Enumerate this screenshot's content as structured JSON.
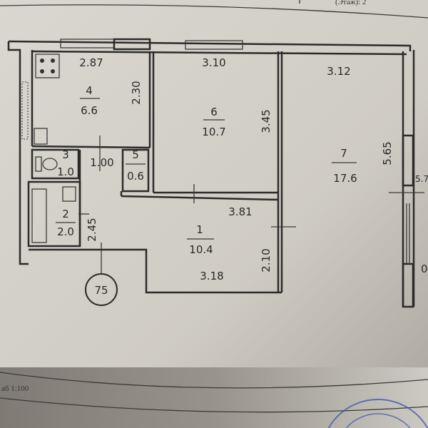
{
  "header": {
    "floor_label": "(Этаж): 2"
  },
  "footer": {
    "scale_label": "аб 1:100"
  },
  "plan": {
    "rooms": [
      {
        "number": "4",
        "area": "6.6"
      },
      {
        "number": "6",
        "area": "10.7"
      },
      {
        "number": "7",
        "area": "17.6"
      },
      {
        "number": "3",
        "area": "1.0"
      },
      {
        "number": "5",
        "area": "0.6"
      },
      {
        "number": "2",
        "area": "2.0"
      },
      {
        "number": "1",
        "area": "10.4"
      }
    ],
    "dimensions": {
      "kitchen_width": "2.87",
      "kitchen_depth": "2.30",
      "room6_width": "3.10",
      "room6_depth": "3.45",
      "room7_width": "3.12",
      "room7_depth": "5.65",
      "bath_width": "1.00",
      "room2_depth": "2.45",
      "hall_width": "3.81",
      "hall_depth": "2.10",
      "hall_bottom": "3.18",
      "outer_right": "5.7",
      "outer_right_bottom": "0"
    },
    "marker": "75"
  }
}
